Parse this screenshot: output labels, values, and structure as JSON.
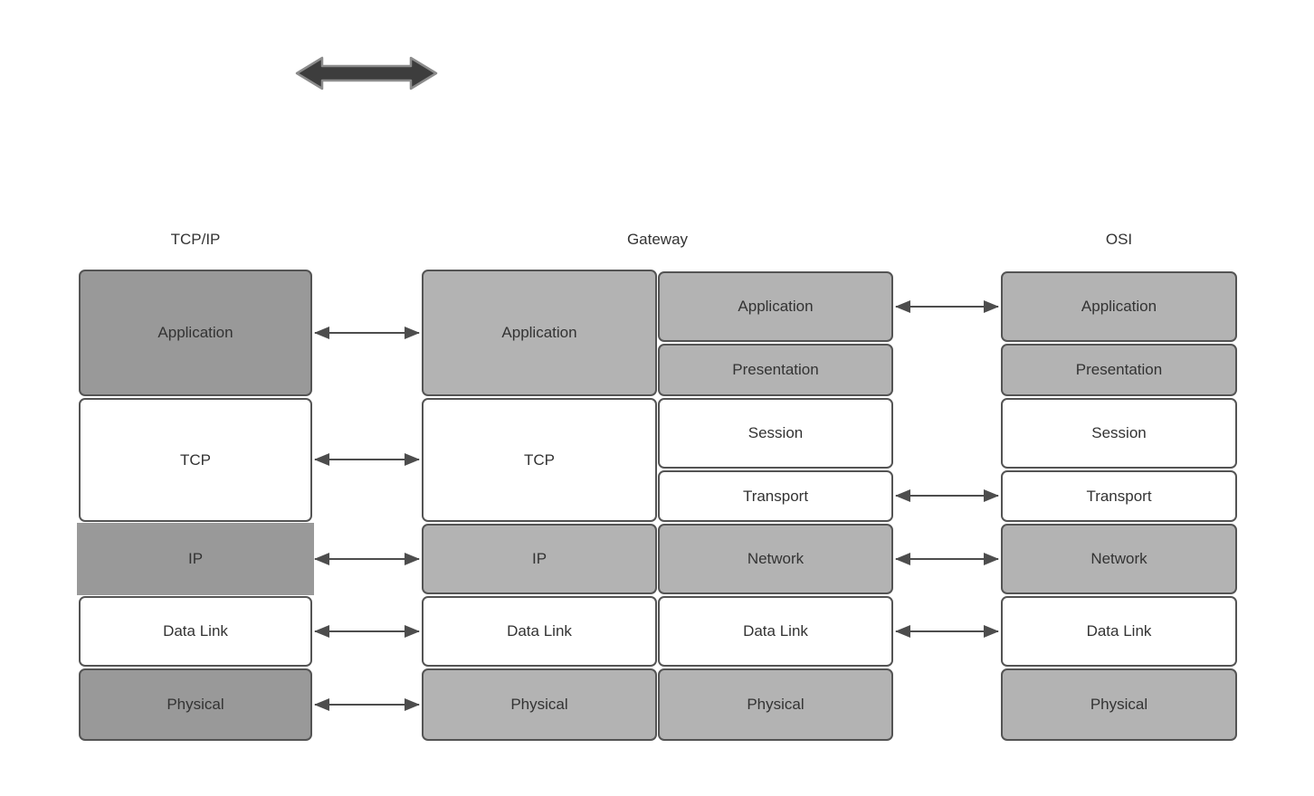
{
  "colors": {
    "dark_gray_fill": "#999999",
    "light_gray_fill": "#b3b3b3",
    "white_fill": "#ffffff",
    "box_border": "#545454",
    "text": "#333333",
    "connector": "#4d4d4d",
    "thick_arrow_fill": "#3d3d3d",
    "thick_arrow_stroke": "#8c8c8c",
    "background": "#ffffff"
  },
  "columns": {
    "tcpip": {
      "header": "TCP/IP",
      "layers": [
        {
          "label": "Application",
          "fill": "dark-gray"
        },
        {
          "label": "TCP",
          "fill": "white"
        },
        {
          "label": "IP",
          "fill": "dark-gray",
          "borderless": true
        },
        {
          "label": "Data Link",
          "fill": "white"
        },
        {
          "label": "Physical",
          "fill": "dark-gray"
        }
      ]
    },
    "gateway": {
      "header": "Gateway",
      "left_stack": [
        "Application",
        "TCP",
        "IP",
        "Data Link",
        "Physical"
      ],
      "right_stack": [
        "Application",
        "Presentation",
        "Session",
        "Transport",
        "Network",
        "Data Link",
        "Physical"
      ]
    },
    "osi": {
      "header": "OSI",
      "layers": [
        "Application",
        "Presentation",
        "Session",
        "Transport",
        "Network",
        "Data Link",
        "Physical"
      ]
    }
  },
  "connections": {
    "tcpip_gateway": [
      "Application",
      "TCP",
      "IP",
      "Data Link",
      "Physical"
    ],
    "gateway_osi": [
      "Application",
      "Transport",
      "Network",
      "Data Link"
    ]
  }
}
